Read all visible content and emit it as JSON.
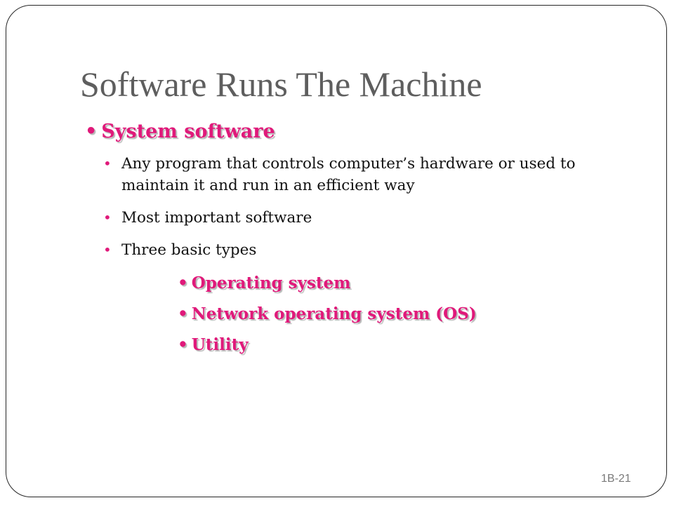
{
  "slide": {
    "title": "Software Runs The Machine",
    "level1": {
      "bullet": "•",
      "label": "System software"
    },
    "items": [
      {
        "bullet": "•",
        "text": "Any program that controls computer’s hardware or used to maintain it and run in an efficient way"
      },
      {
        "bullet": "•",
        "text": "Most important software"
      },
      {
        "bullet": "•",
        "text": "Three basic types"
      }
    ],
    "types": [
      {
        "bullet": "•",
        "label": "Operating system"
      },
      {
        "bullet": "•",
        "label": "Network operating system (OS)"
      },
      {
        "bullet": "•",
        "label": "Utility"
      }
    ],
    "slide_number": "1B-21",
    "colors": {
      "accent": "#e0197a",
      "title": "#5e5e5e",
      "body": "#111111",
      "border": "#262626"
    }
  }
}
